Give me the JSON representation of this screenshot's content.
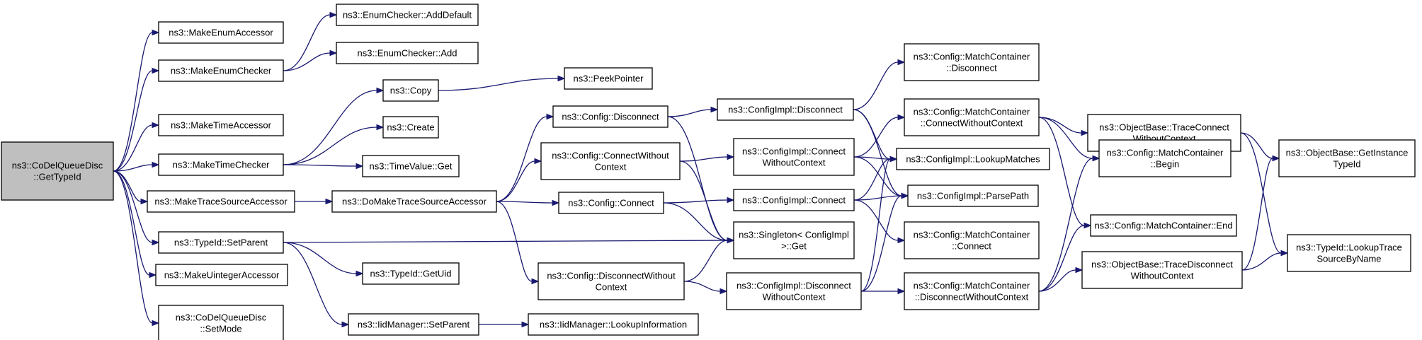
{
  "graph": {
    "title": "",
    "nodes": [
      {
        "id": "root",
        "lines": [
          "ns3::CoDelQueueDisc",
          "::GetTypeId"
        ],
        "highlight": true
      },
      {
        "id": "makeEnumAccessor",
        "lines": [
          "ns3::MakeEnumAccessor"
        ]
      },
      {
        "id": "makeEnumChecker",
        "lines": [
          "ns3::MakeEnumChecker"
        ]
      },
      {
        "id": "makeTimeAccessor",
        "lines": [
          "ns3::MakeTimeAccessor"
        ]
      },
      {
        "id": "makeTimeChecker",
        "lines": [
          "ns3::MakeTimeChecker"
        ]
      },
      {
        "id": "makeTraceSourceAccessor",
        "lines": [
          "ns3::MakeTraceSourceAccessor"
        ]
      },
      {
        "id": "typeIdSetParent",
        "lines": [
          "ns3::TypeId::SetParent"
        ]
      },
      {
        "id": "makeUintegerAccessor",
        "lines": [
          "ns3::MakeUintegerAccessor"
        ]
      },
      {
        "id": "setMode",
        "lines": [
          "ns3::CoDelQueueDisc",
          "::SetMode"
        ]
      },
      {
        "id": "enumAddDefault",
        "lines": [
          "ns3::EnumChecker::AddDefault"
        ]
      },
      {
        "id": "enumAdd",
        "lines": [
          "ns3::EnumChecker::Add"
        ]
      },
      {
        "id": "copy",
        "lines": [
          "ns3::Copy"
        ]
      },
      {
        "id": "create",
        "lines": [
          "ns3::Create"
        ]
      },
      {
        "id": "timeValueGet",
        "lines": [
          "ns3::TimeValue::Get"
        ]
      },
      {
        "id": "doMakeTSA",
        "lines": [
          "ns3::DoMakeTraceSourceAccessor"
        ]
      },
      {
        "id": "typeIdGetUid",
        "lines": [
          "ns3::TypeId::GetUid"
        ]
      },
      {
        "id": "iidSetParent",
        "lines": [
          "ns3::IidManager::SetParent"
        ]
      },
      {
        "id": "peekPointer",
        "lines": [
          "ns3::PeekPointer"
        ]
      },
      {
        "id": "configDisconnect",
        "lines": [
          "ns3::Config::Disconnect"
        ]
      },
      {
        "id": "configConnectWithout",
        "lines": [
          "ns3::Config::ConnectWithout",
          "Context"
        ]
      },
      {
        "id": "configConnect",
        "lines": [
          "ns3::Config::Connect"
        ]
      },
      {
        "id": "configDisconnectWithout",
        "lines": [
          "ns3::Config::DisconnectWithout",
          "Context"
        ]
      },
      {
        "id": "iidLookupInfo",
        "lines": [
          "ns3::IidManager::LookupInformation"
        ]
      },
      {
        "id": "implDisconnect",
        "lines": [
          "ns3::ConfigImpl::Disconnect"
        ]
      },
      {
        "id": "implConnectWithout",
        "lines": [
          "ns3::ConfigImpl::Connect",
          "WithoutContext"
        ]
      },
      {
        "id": "implConnect",
        "lines": [
          "ns3::ConfigImpl::Connect"
        ]
      },
      {
        "id": "singletonGet",
        "lines": [
          "ns3::Singleton< ConfigImpl",
          " >::Get"
        ]
      },
      {
        "id": "implDisconnectWithout",
        "lines": [
          "ns3::ConfigImpl::Disconnect",
          "WithoutContext"
        ]
      },
      {
        "id": "mcDisconnect",
        "lines": [
          "ns3::Config::MatchContainer",
          "::Disconnect"
        ]
      },
      {
        "id": "mcConnectWithout",
        "lines": [
          "ns3::Config::MatchContainer",
          "::ConnectWithoutContext"
        ]
      },
      {
        "id": "lookupMatches",
        "lines": [
          "ns3::ConfigImpl::LookupMatches"
        ]
      },
      {
        "id": "parsePath",
        "lines": [
          "ns3::ConfigImpl::ParsePath"
        ]
      },
      {
        "id": "mcConnect",
        "lines": [
          "ns3::Config::MatchContainer",
          "::Connect"
        ]
      },
      {
        "id": "mcDisconnectWithout",
        "lines": [
          "ns3::Config::MatchContainer",
          "::DisconnectWithoutContext"
        ]
      },
      {
        "id": "obTraceConnect",
        "lines": [
          "ns3::ObjectBase::TraceConnect",
          "WithoutContext"
        ]
      },
      {
        "id": "mcBegin",
        "lines": [
          "ns3::Config::MatchContainer",
          "::Begin"
        ]
      },
      {
        "id": "mcEnd",
        "lines": [
          "ns3::Config::MatchContainer::End"
        ]
      },
      {
        "id": "obTraceDisconnect",
        "lines": [
          "ns3::ObjectBase::TraceDisconnect",
          "WithoutContext"
        ]
      },
      {
        "id": "obGetInstance",
        "lines": [
          "ns3::ObjectBase::GetInstance",
          "TypeId"
        ]
      },
      {
        "id": "lookupTrace",
        "lines": [
          "ns3::TypeId::LookupTrace",
          "SourceByName"
        ]
      }
    ],
    "edges": [
      [
        "root",
        "makeEnumAccessor"
      ],
      [
        "root",
        "makeEnumChecker"
      ],
      [
        "root",
        "makeTimeAccessor"
      ],
      [
        "root",
        "makeTimeChecker"
      ],
      [
        "root",
        "makeTraceSourceAccessor"
      ],
      [
        "root",
        "typeIdSetParent"
      ],
      [
        "root",
        "makeUintegerAccessor"
      ],
      [
        "root",
        "setMode"
      ],
      [
        "makeEnumChecker",
        "enumAddDefault"
      ],
      [
        "makeEnumChecker",
        "enumAdd"
      ],
      [
        "makeTimeChecker",
        "copy"
      ],
      [
        "makeTimeChecker",
        "create"
      ],
      [
        "makeTimeChecker",
        "timeValueGet"
      ],
      [
        "makeTraceSourceAccessor",
        "doMakeTSA"
      ],
      [
        "typeIdSetParent",
        "typeIdGetUid"
      ],
      [
        "typeIdSetParent",
        "iidSetParent"
      ],
      [
        "typeIdSetParent",
        "singletonGet"
      ],
      [
        "copy",
        "peekPointer"
      ],
      [
        "doMakeTSA",
        "configDisconnect"
      ],
      [
        "doMakeTSA",
        "configConnectWithout"
      ],
      [
        "doMakeTSA",
        "configConnect"
      ],
      [
        "doMakeTSA",
        "configDisconnectWithout"
      ],
      [
        "iidSetParent",
        "iidLookupInfo"
      ],
      [
        "configDisconnect",
        "implDisconnect"
      ],
      [
        "configDisconnect",
        "singletonGet"
      ],
      [
        "configConnectWithout",
        "implConnectWithout"
      ],
      [
        "configConnectWithout",
        "singletonGet"
      ],
      [
        "configConnect",
        "implConnect"
      ],
      [
        "configConnect",
        "singletonGet"
      ],
      [
        "configDisconnectWithout",
        "singletonGet"
      ],
      [
        "configDisconnectWithout",
        "implDisconnectWithout"
      ],
      [
        "implDisconnect",
        "mcDisconnect"
      ],
      [
        "implDisconnect",
        "lookupMatches"
      ],
      [
        "implDisconnect",
        "parsePath"
      ],
      [
        "implConnectWithout",
        "mcConnectWithout"
      ],
      [
        "implConnectWithout",
        "lookupMatches"
      ],
      [
        "implConnectWithout",
        "parsePath"
      ],
      [
        "implConnect",
        "lookupMatches"
      ],
      [
        "implConnect",
        "parsePath"
      ],
      [
        "implConnect",
        "mcConnect"
      ],
      [
        "implDisconnectWithout",
        "lookupMatches"
      ],
      [
        "implDisconnectWithout",
        "parsePath"
      ],
      [
        "implDisconnectWithout",
        "mcDisconnectWithout"
      ],
      [
        "mcConnectWithout",
        "obTraceConnect"
      ],
      [
        "mcConnectWithout",
        "mcBegin"
      ],
      [
        "mcConnectWithout",
        "mcEnd"
      ],
      [
        "mcDisconnectWithout",
        "mcBegin"
      ],
      [
        "mcDisconnectWithout",
        "mcEnd"
      ],
      [
        "mcDisconnectWithout",
        "obTraceDisconnect"
      ],
      [
        "obTraceConnect",
        "obGetInstance"
      ],
      [
        "obTraceConnect",
        "lookupTrace"
      ],
      [
        "obTraceDisconnect",
        "obGetInstance"
      ],
      [
        "obTraceDisconnect",
        "lookupTrace"
      ]
    ],
    "colors": {
      "edge": "#191970",
      "node_fill": "#ffffff",
      "root_fill": "#bfbfbf",
      "border": "#000000"
    }
  }
}
